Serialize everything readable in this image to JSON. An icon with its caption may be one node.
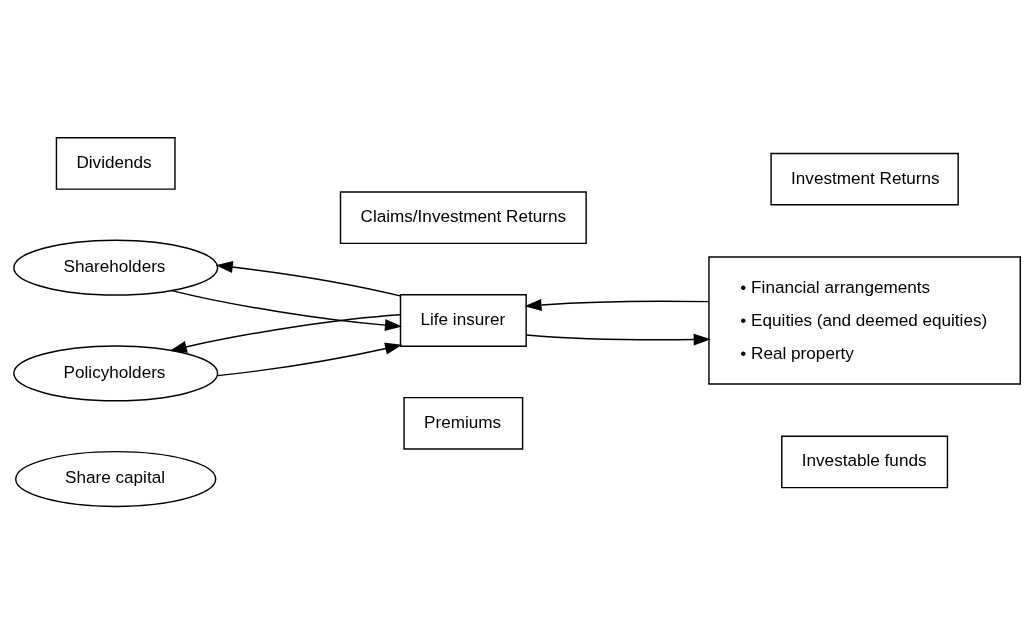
{
  "diagram": {
    "nodes": [
      {
        "text": [
          "Share capital"
        ]
      },
      {
        "text": [
          "Investable funds"
        ]
      },
      {
        "text": [
          "Premiums"
        ]
      },
      {
        "text": [
          "Shareholders"
        ]
      },
      {
        "text": [
          "Policyholders"
        ]
      },
      {
        "text": [
          "Dividends"
        ]
      },
      {
        "text": [
          "Life insurer"
        ]
      },
      {
        "text": [
          "• Financial arrangements",
          "• Equities (and deemed equities)",
          "• Real property"
        ]
      },
      {
        "text": [
          "Claims/Investment Returns"
        ]
      },
      {
        "text": [
          "Investment Returns"
        ]
      }
    ],
    "edges": [
      {
        "from": 3,
        "to": 6,
        "arrow": "to"
      },
      {
        "from": 4,
        "to": 6,
        "arrow": "to"
      },
      {
        "from": 6,
        "to": 7,
        "arrow": "to"
      },
      {
        "from": 7,
        "to": 6,
        "arrow": "to"
      },
      {
        "from": 6,
        "to": 3,
        "arrow": "to"
      },
      {
        "from": 6,
        "to": 4,
        "arrow": "to"
      }
    ]
  }
}
